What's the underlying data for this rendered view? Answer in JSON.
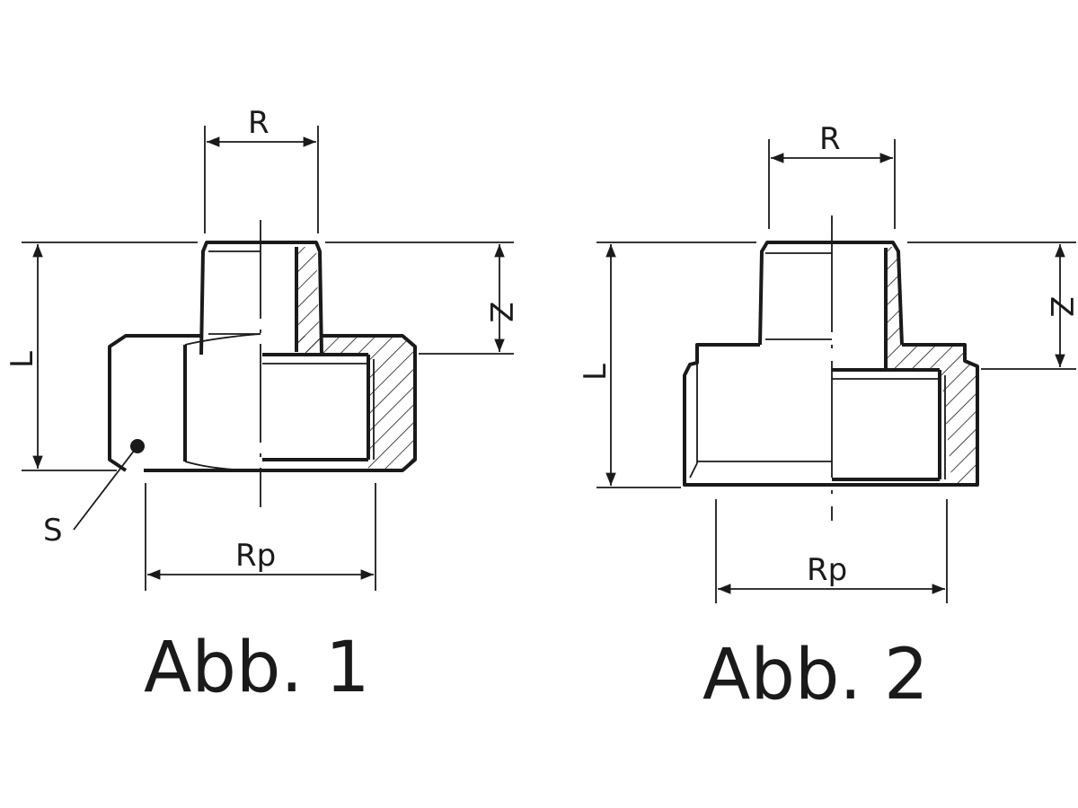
{
  "figures": [
    {
      "caption": "Abb. 1",
      "labels": {
        "top_width": "R",
        "bottom_width": "Rp",
        "height": "L",
        "offset": "Z",
        "wrench": "S"
      }
    },
    {
      "caption": "Abb. 2",
      "labels": {
        "top_width": "R",
        "bottom_width": "Rp",
        "height": "L",
        "offset": "Z"
      }
    }
  ],
  "colors": {
    "line": "#1a1a1a",
    "background": "#ffffff"
  }
}
